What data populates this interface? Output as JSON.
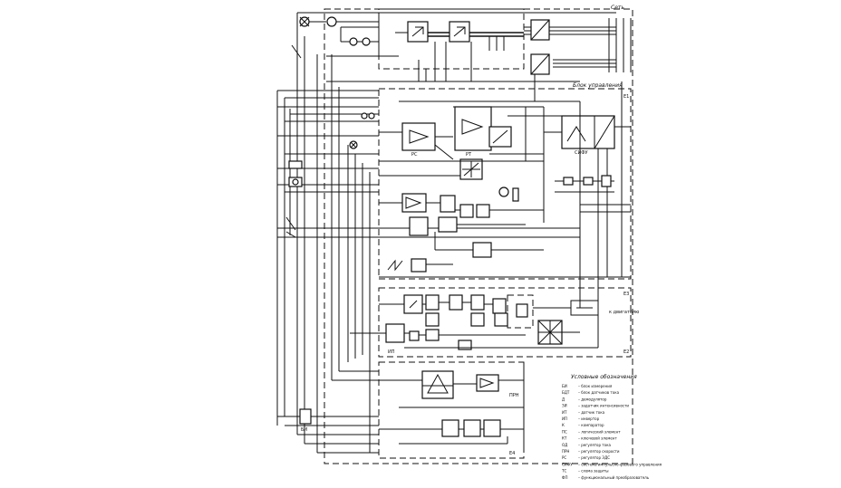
{
  "legend": {
    "title": "Условные обозначения",
    "items": [
      {
        "code": "БИ",
        "desc": "блок измерения"
      },
      {
        "code": "БДТ",
        "desc": "блок датчиков тока"
      },
      {
        "code": "Д",
        "desc": "демодулятор"
      },
      {
        "code": "ЗИ",
        "desc": "задатчик интенсивности"
      },
      {
        "code": "ИТ",
        "desc": "датчик тока"
      },
      {
        "code": "ИП",
        "desc": "инвертор"
      },
      {
        "code": "К",
        "desc": "компаратор"
      },
      {
        "code": "ПС",
        "desc": "логический элемент"
      },
      {
        "code": "КТ",
        "desc": "ключевой элемент"
      },
      {
        "code": "ОД",
        "desc": "регулятор тока"
      },
      {
        "code": "ПРН",
        "desc": "регулятор скорости"
      },
      {
        "code": "РС",
        "desc": "регулятор ЭДС"
      },
      {
        "code": "СИФУ",
        "desc": "система импульсно-фазового управления"
      },
      {
        "code": "ТС",
        "desc": "схема защиты"
      },
      {
        "code": "ФП",
        "desc": "функциональный преобразователь"
      }
    ]
  },
  "labels": {
    "block_header": "Блок управления",
    "network": "Сеть",
    "to_motor": "к двигателю",
    "block_e1": "E1",
    "block_e2": "E2",
    "block_e3": "E3",
    "block_e4": "E4",
    "sifu": "СИФУ",
    "rt": "РТ",
    "rs": "РС",
    "prn": "ПРН",
    "ip": "ИП",
    "bi": "БИ"
  }
}
